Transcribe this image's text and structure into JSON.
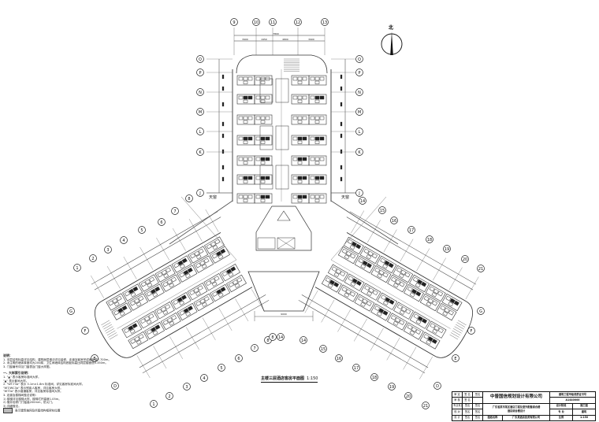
{
  "drawing": {
    "title": "主楼三层酒店客房平面图",
    "scale": "1:150",
    "north_label": "北",
    "courtyard_label": "天窗",
    "top_dimension_total": "7800",
    "top_dimensions": [
      "3900",
      "1950",
      "4800",
      "3900"
    ],
    "center_dimension_total": "9000",
    "center_dimensions": [
      "4500",
      "4500"
    ]
  },
  "grid_axes": {
    "top_columns": [
      "9",
      "10",
      "11",
      "12",
      "13"
    ],
    "north_wing_rows_left": [
      "Q",
      "P",
      "N",
      "M",
      "L",
      "K",
      "J"
    ],
    "north_wing_rows_right": [
      "Q",
      "P",
      "N",
      "M",
      "L",
      "K",
      "J"
    ],
    "west_wing_top": [
      "1",
      "2",
      "3",
      "4",
      "5",
      "6",
      "7",
      "8"
    ],
    "west_wing_bottom": [
      "1",
      "2",
      "3",
      "4",
      "5",
      "6",
      "7",
      "8"
    ],
    "east_wing_top": [
      "14",
      "15",
      "16",
      "17",
      "18",
      "19",
      "20",
      "21"
    ],
    "east_wing_bottom": [
      "14",
      "15",
      "16",
      "17",
      "18",
      "19",
      "20",
      "21"
    ],
    "west_end": [
      "G",
      "F",
      "E",
      "D"
    ],
    "east_end": [
      "G",
      "F",
      "E",
      "D"
    ],
    "center_bottom": [
      "8",
      "14"
    ]
  },
  "notes": {
    "heading": "说明：",
    "lines": [
      "1. 本层结构标高详见结构，建筑面层做法详见装修，走道及客房完成面标高7.700m。",
      "2. 未注明的墙体厚度均为200厚，卫生间墙体结构底板标高比同层楼面低0.350m。",
      "3. 门窗编号详见门窗表及门窗大样图。"
    ],
    "sub_heading": "一. 大样索引说明：",
    "sub_lines": [
      "1. \"▲\" 表示客房标准间大样。",
      "   \"▲\" 表示套间大样。",
      "2. \"WT-T3a\" 表示 3.1m×1.8m 标准间，详见客房标准间大样。",
      "   \"WT/WC3a\" 表示残疾人客房，详见客房大样。",
      "   \"WT3a\" 表示普通客房，详见客房标准间大样。",
      "3. 走道及楼梯间做法说明：",
      "   1) 楼梯详见楼梯大样，楼梯栏杆高度1.05m。",
      "   2) 管井检修门门槛高200mm，防火门。",
      "   3) 详细做法。"
    ],
    "legend_text": "表示建筑轴网及所属结构框架柱位置"
  },
  "title_block": {
    "company": "中普国信规划设计有限公司",
    "rows": [
      [
        "审 定",
        "签 名",
        "签名"
      ],
      [
        "审 核",
        "签 名",
        ""
      ],
      [
        "专业负责人",
        "签名",
        "签名"
      ],
      [
        "校 对",
        "签名",
        "签名"
      ],
      [
        "设 计",
        "签名",
        "签名"
      ]
    ],
    "project_line": "广东省某市某区酒店工程及室外配套综合楼",
    "project_sub": "酒店综合楼设计",
    "drawing_name": "主楼三层酒店客房平面图",
    "drawing_no_label": "图纸名称",
    "client": "广东某酒店投资有限公司",
    "cert_line": "建筑工程甲级资质证书号",
    "cert_no": "A1440000",
    "phase_label": "设计阶段",
    "phase_value": "施工图",
    "discipline_label": "专 业",
    "discipline_value": "建筑",
    "scale_label": "比例",
    "scale_value": "1:150",
    "sheet_label": "图号",
    "sheet_value": "建施"
  }
}
